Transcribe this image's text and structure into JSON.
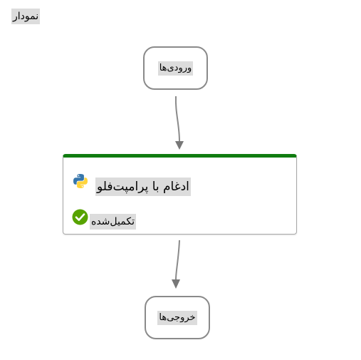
{
  "page": {
    "title": "نمودار"
  },
  "pipeline": {
    "input_node": {
      "label": "ورودی‌ها"
    },
    "step": {
      "title": "ادغام با پرامپت‌فلو",
      "icon": "python-icon",
      "status": {
        "label": "تکمیل‌شده",
        "icon": "check-circle-icon",
        "color": "#57a300"
      },
      "accent_color": "#107c10"
    },
    "output_node": {
      "label": "خروجی‌ها"
    }
  }
}
